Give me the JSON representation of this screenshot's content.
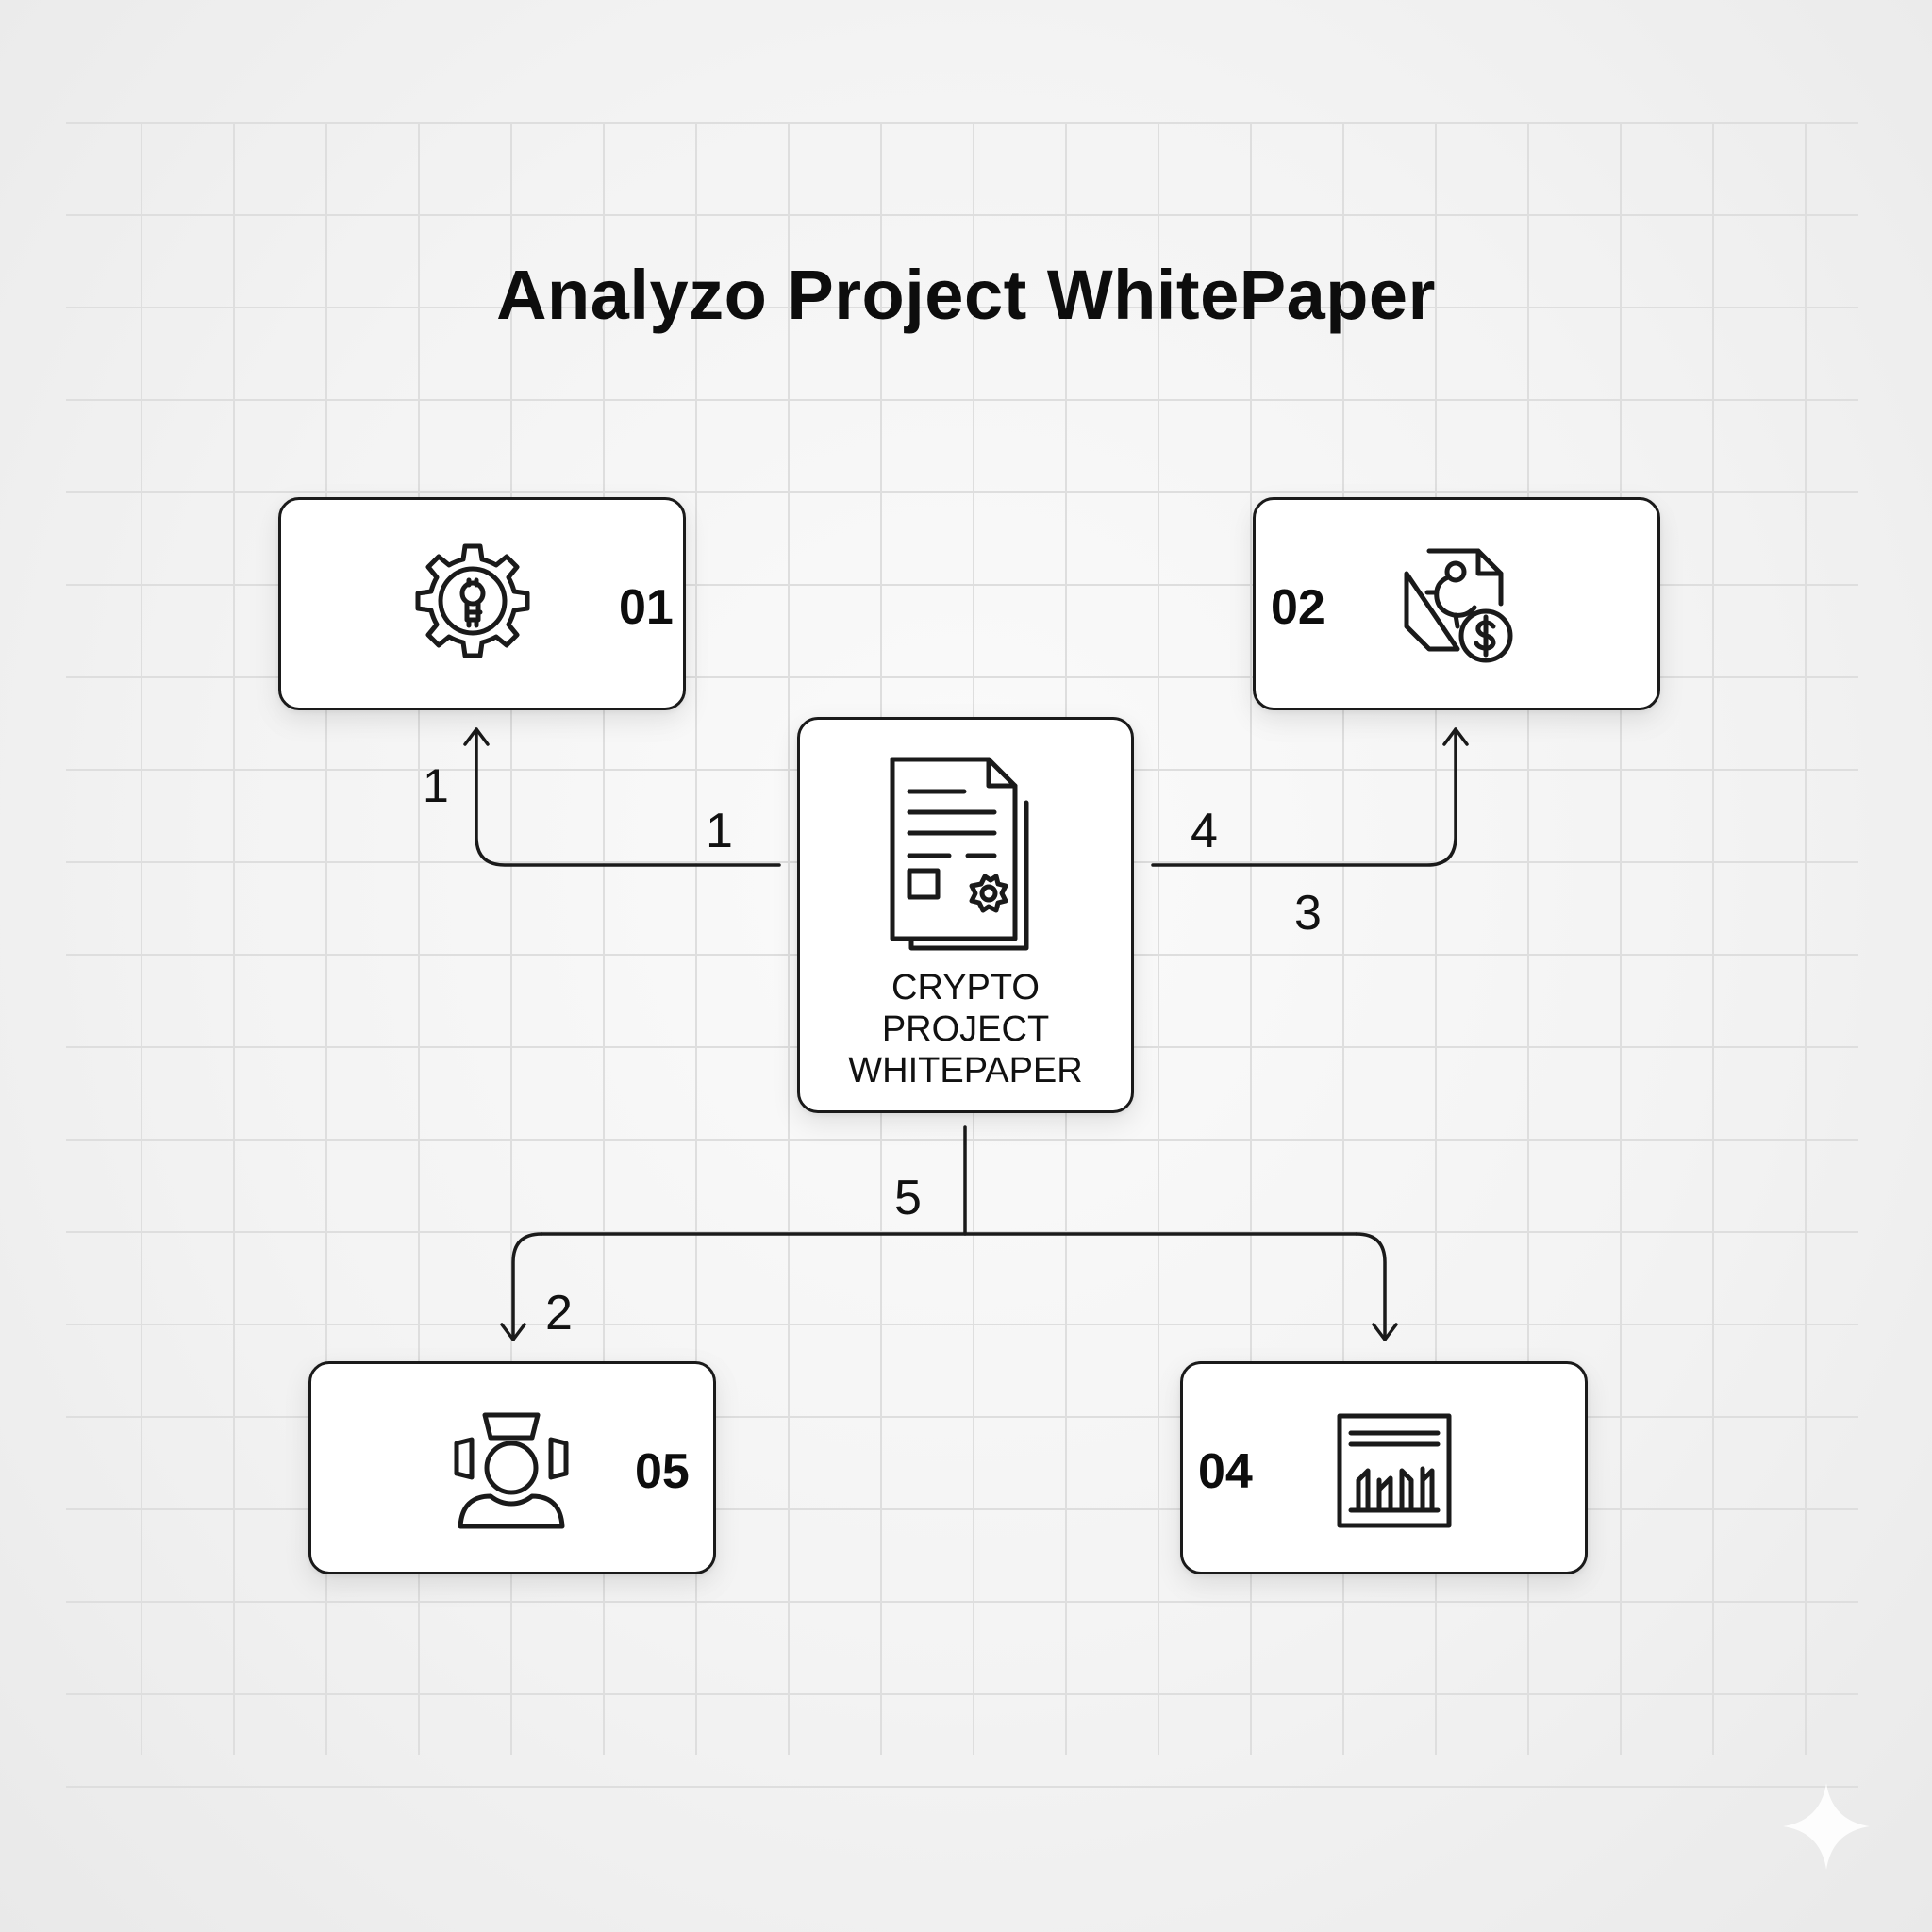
{
  "title": "Analyzo Project WhitePaper",
  "center": {
    "label_lines": [
      "CRYPTO",
      "PROJECT",
      "WHITEPAPER"
    ],
    "icon": "whitepaper-document-icon"
  },
  "nodes": [
    {
      "id": "01",
      "icon": "gear-bitcoin-icon"
    },
    {
      "id": "02",
      "icon": "document-dollar-icon"
    },
    {
      "id": "05",
      "icon": "team-person-icon"
    },
    {
      "id": "04",
      "icon": "bar-chart-icon"
    }
  ],
  "edge_labels": {
    "stray": "1",
    "to_01": "1",
    "to_02_a": "4",
    "to_02_b": "3",
    "down": "5",
    "to_05": "2"
  },
  "colors": {
    "stroke": "#1a1a1a",
    "node_fill": "#ffffff",
    "grid": "#dedede"
  }
}
